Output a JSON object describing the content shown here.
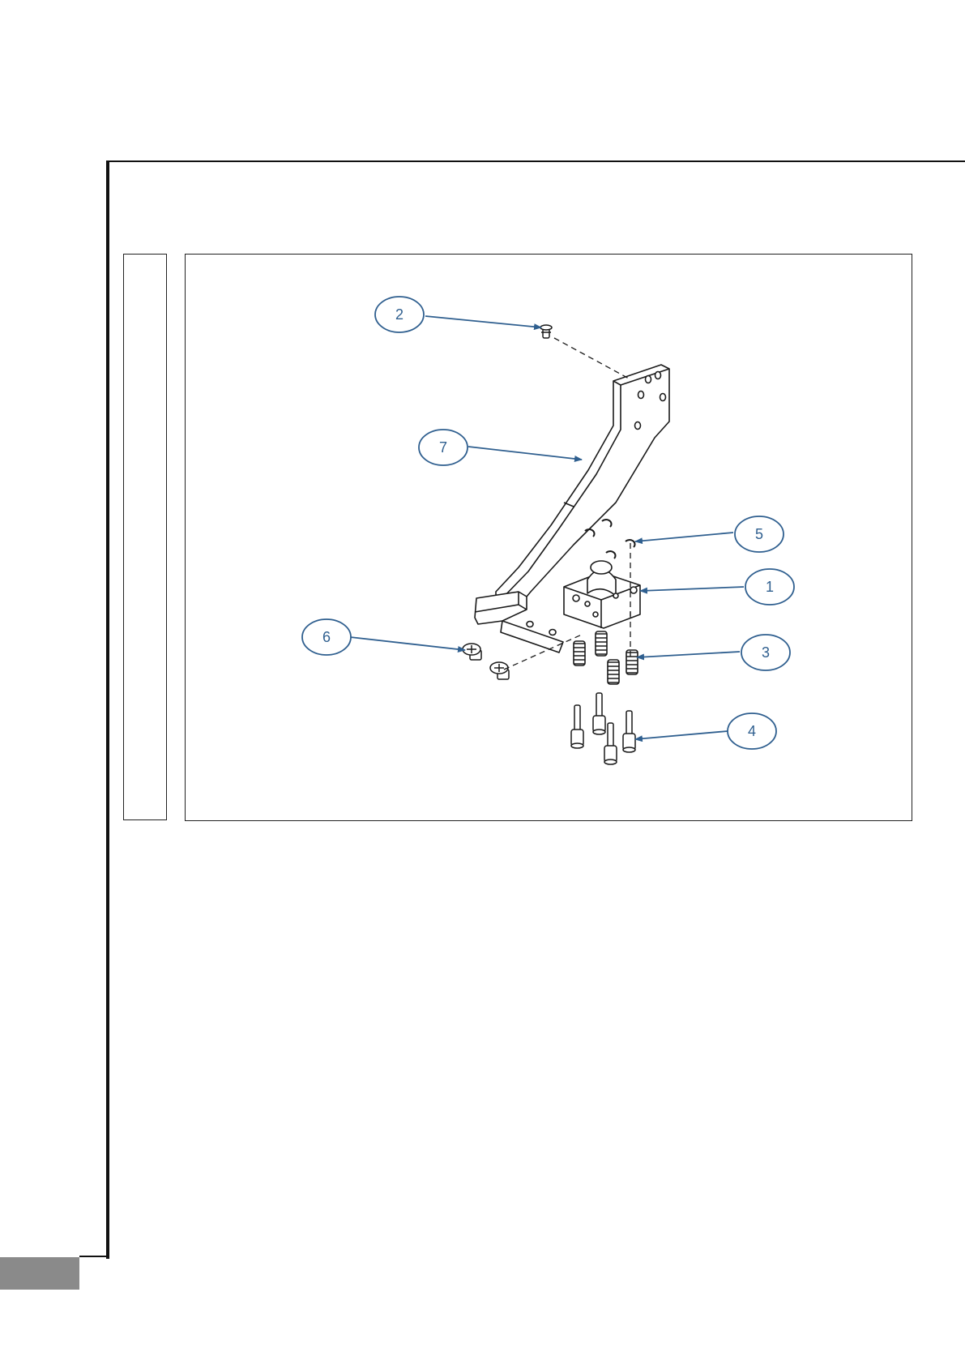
{
  "callouts": [
    {
      "id": "2",
      "label": "2"
    },
    {
      "id": "7",
      "label": "7"
    },
    {
      "id": "5",
      "label": "5"
    },
    {
      "id": "1",
      "label": "1"
    },
    {
      "id": "6",
      "label": "6"
    },
    {
      "id": "3",
      "label": "3"
    },
    {
      "id": "4",
      "label": "4"
    }
  ],
  "colors": {
    "callout_stroke": "#2f5f8f",
    "callout_text": "#2f5f8f",
    "part_stroke": "#1a1a1a",
    "frame": "#111111",
    "page_tab": "#8a8a8a"
  }
}
